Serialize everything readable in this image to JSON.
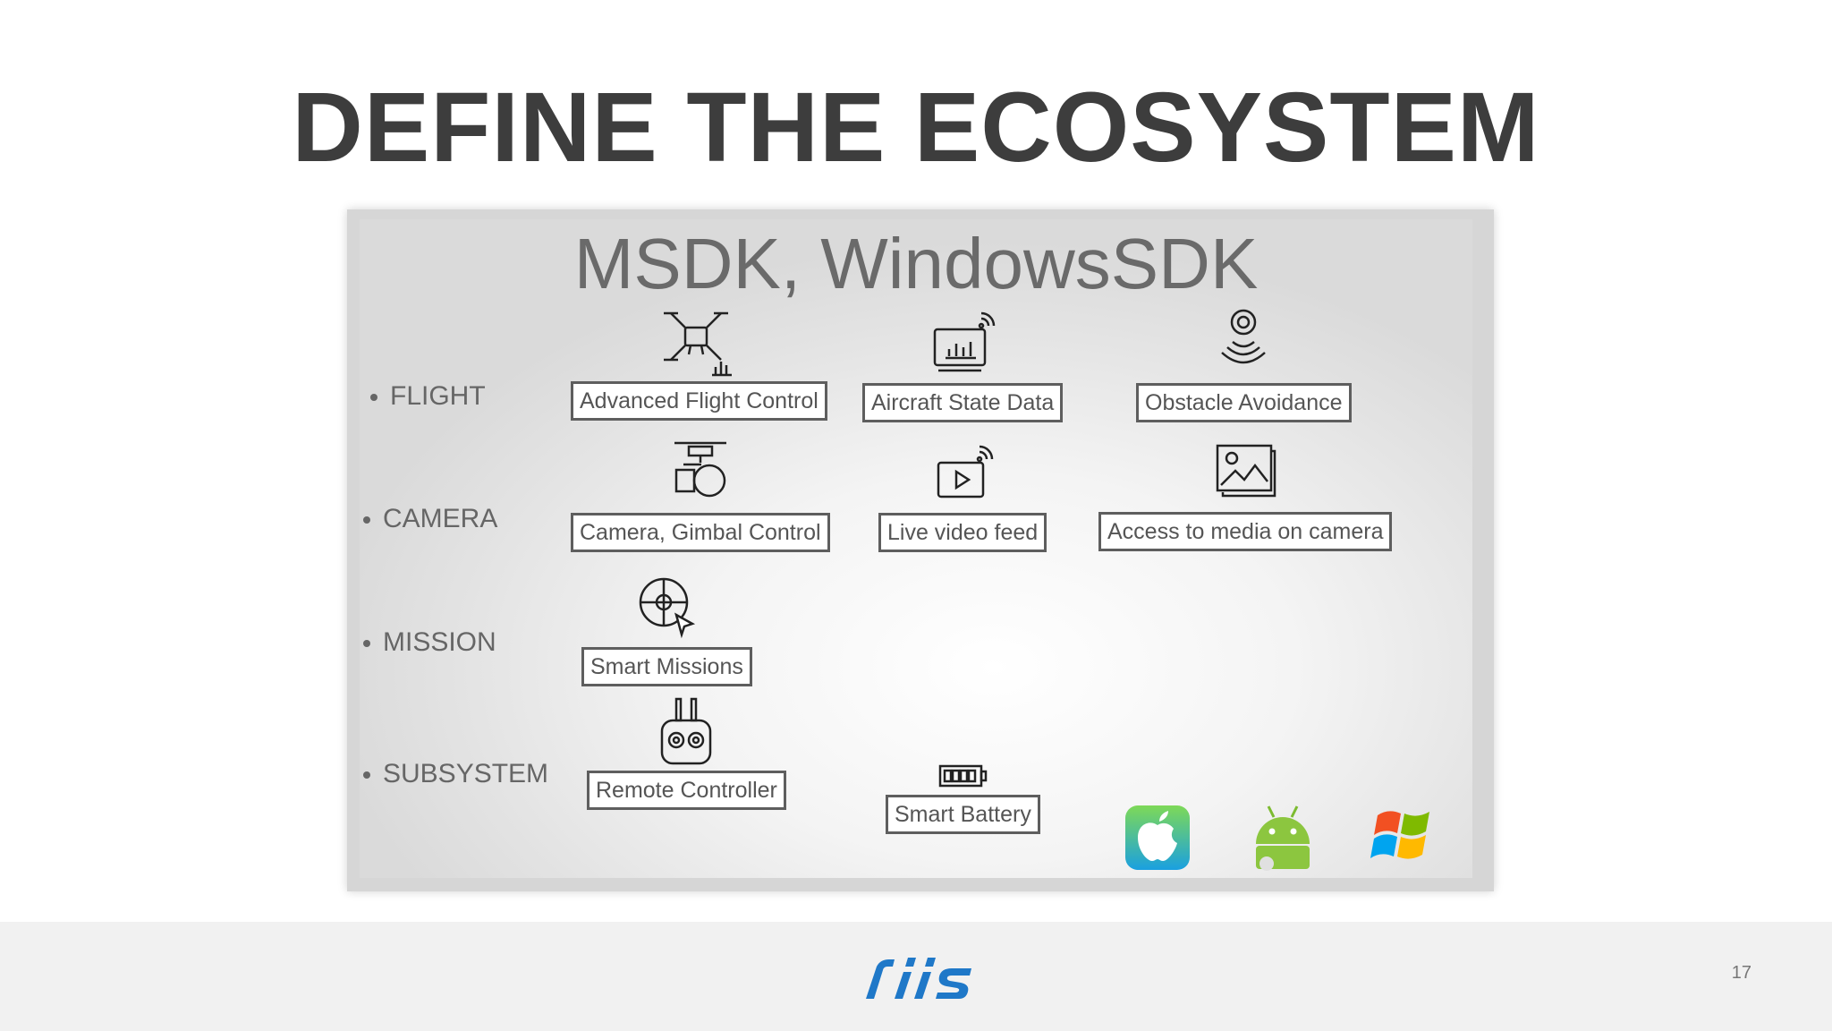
{
  "slide": {
    "title": "DEFINE THE ECOSYSTEM",
    "page_number": "17"
  },
  "panel": {
    "title": "MSDK, WindowsSDK",
    "categories": [
      "FLIGHT",
      "CAMERA",
      "MISSION",
      "SUBSYSTEM"
    ],
    "features": {
      "advanced_flight_control": "Advanced Flight Control",
      "aircraft_state_data": "Aircraft State Data",
      "obstacle_avoidance": "Obstacle Avoidance",
      "camera_gimbal_control": "Camera, Gimbal Control",
      "live_video_feed": "Live video feed",
      "access_media": "Access to media on camera",
      "smart_missions": "Smart Missions",
      "remote_controller": "Remote Controller",
      "smart_battery": "Smart Battery"
    },
    "platform_icons": [
      "apple-icon",
      "android-icon",
      "windows-icon"
    ]
  },
  "footer": {
    "logo": "riis-logo",
    "logo_color": "#1f78c8"
  }
}
